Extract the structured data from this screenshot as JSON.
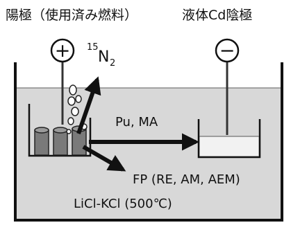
{
  "diagram": {
    "anode_label": "陽極（使用済み燃料）",
    "cathode_label": "液体Cd陰極",
    "anode_sign": "+",
    "cathode_sign": "−",
    "gas": {
      "mass_number": "15",
      "element": "N",
      "subscript": "2"
    },
    "pu_ma_label": "Pu, MA",
    "fp_label": "FP (RE, AM, AEM)",
    "electrolyte_label": "LiCl-KCl (500℃)"
  },
  "colors": {
    "salt": "#d8d8d8",
    "cd_pool": "#f2f2f2",
    "fuel": "#7a7a7a",
    "line": "#111111"
  }
}
